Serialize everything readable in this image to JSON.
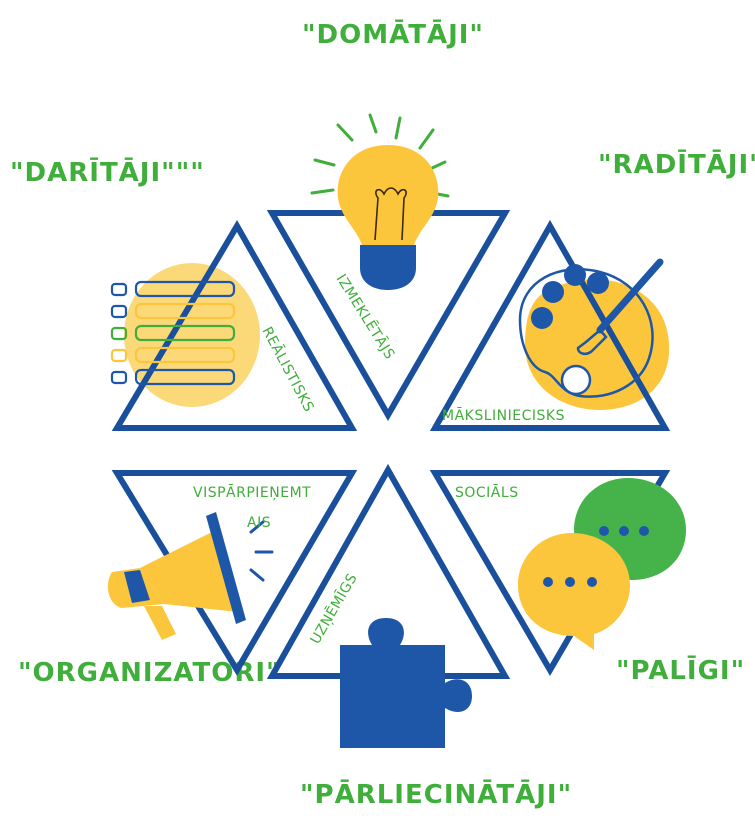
{
  "groups": {
    "domataji": "\"DOMĀTĀJI\"",
    "daritaji": "\"DARĪTĀJI\"\"\"",
    "raditaji": "\"RADĪTĀJI\"",
    "organizatori": "\"ORGANIZATORI\"",
    "paligi": "\"PALĪGI\"",
    "parliecinataji": "\"PĀRLIECINĀTĀJI\""
  },
  "types": {
    "realistisks": "REĀLISTISKS",
    "izmekletajs": "IZMEKLĒTĀJS",
    "makslieniecisks": "MĀKSLINIECISKS",
    "visparpienemt_1": "VISPĀRPIEŅEMT",
    "visparpienemt_2": "AIS",
    "socials": "SOCIĀLS",
    "uznemigs": "UZŅĒMĪGS"
  },
  "colors": {
    "outline": "#1a4f9c",
    "label_green": "#3fae3a",
    "yellow": "#fcc63c",
    "yellow_light": "#fbd979",
    "blue": "#1f57a8",
    "green_bubble": "#46b34a"
  },
  "icons": [
    "lightbulb-icon",
    "checklist-icon",
    "paint-palette-icon",
    "megaphone-icon",
    "speech-bubbles-icon",
    "puzzle-piece-icon"
  ]
}
